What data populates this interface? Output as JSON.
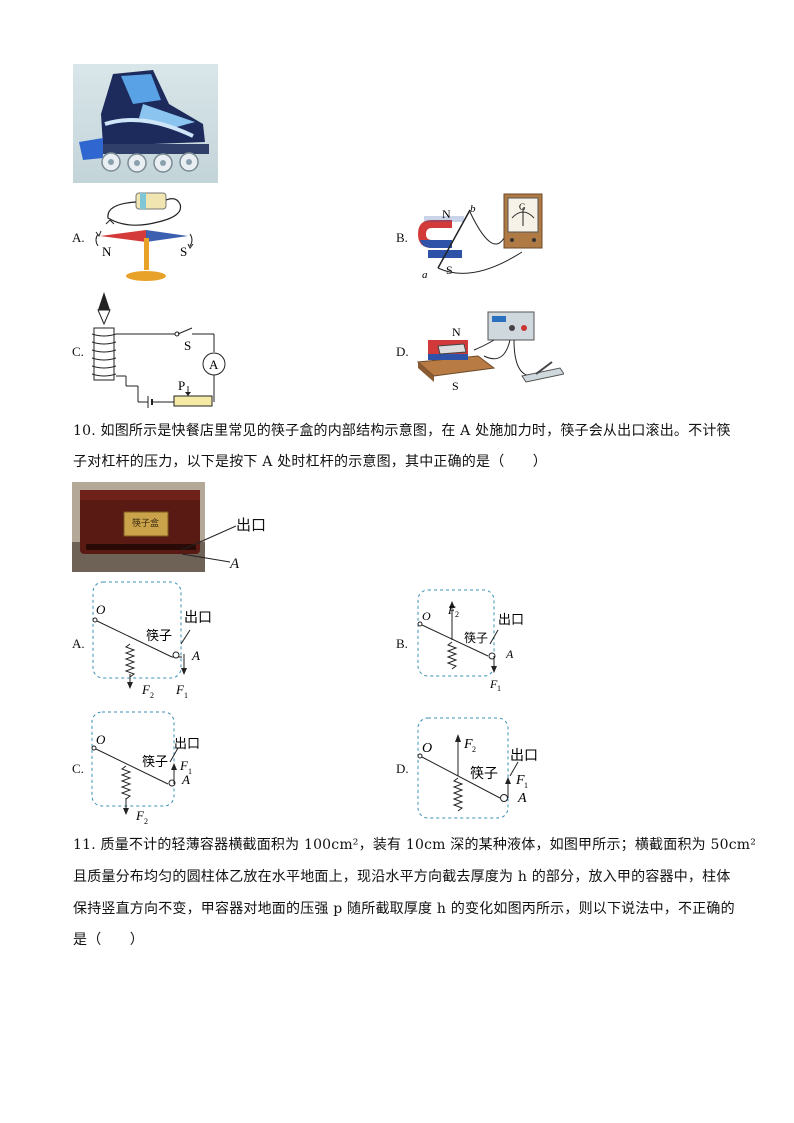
{
  "top_figure": {},
  "q9": {
    "options": {
      "A": {
        "letter": "A.",
        "n": "N",
        "s": "S"
      },
      "B": {
        "letter": "B.",
        "n": "N",
        "s": "S",
        "a": "a",
        "b": "b",
        "g": "G"
      },
      "C": {
        "letter": "C.",
        "s_switch": "S",
        "ammeter": "A",
        "p": "P"
      },
      "D": {
        "letter": "D.",
        "n": "N",
        "s": "S"
      }
    }
  },
  "q10": {
    "line1": "10. 如图所示是快餐店里常见的筷子盒的内部结构示意图，在 A 处施加力时，筷子会从出口滚出。不计筷",
    "line2": "子对杠杆的压力，以下是按下 A 处时杠杆的示意图，其中正确的是（　　）",
    "photo": {
      "box_label": "筷子盒",
      "exit": "出口",
      "a": "A"
    },
    "options": {
      "A": {
        "letter": "A.",
        "o": "O",
        "exit": "出口",
        "chopsticks": "筷子",
        "a": "A",
        "f1": "F",
        "f1_sub": "1",
        "f2": "F",
        "f2_sub": "2"
      },
      "B": {
        "letter": "B.",
        "o": "O",
        "exit": "出口",
        "chopsticks": "筷子",
        "a": "A",
        "f1": "F",
        "f1_sub": "1",
        "f2": "F",
        "f2_sub": "2"
      },
      "C": {
        "letter": "C.",
        "o": "O",
        "exit": "出口",
        "chopsticks": "筷子",
        "a": "A",
        "f1": "F",
        "f1_sub": "1",
        "f2": "F",
        "f2_sub": "2"
      },
      "D": {
        "letter": "D.",
        "o": "O",
        "exit": "出口",
        "chopsticks": "筷子",
        "a": "A",
        "f1": "F",
        "f1_sub": "1",
        "f2": "F",
        "f2_sub": "2"
      }
    }
  },
  "q11": {
    "line1": "11. 质量不计的轻薄容器横截面积为 100cm²，装有 10cm 深的某种液体，如图甲所示；横截面积为 50cm²",
    "line2": "且质量分布均匀的圆柱体乙放在水平地面上，现沿水平方向截去厚度为 h 的部分，放入甲的容器中，柱体",
    "line3": "保持竖直方向不变，甲容器对地面的压强 p 随所截取厚度 h 的变化如图丙所示，则以下说法中，不正确的",
    "line4": "是（　　）"
  }
}
